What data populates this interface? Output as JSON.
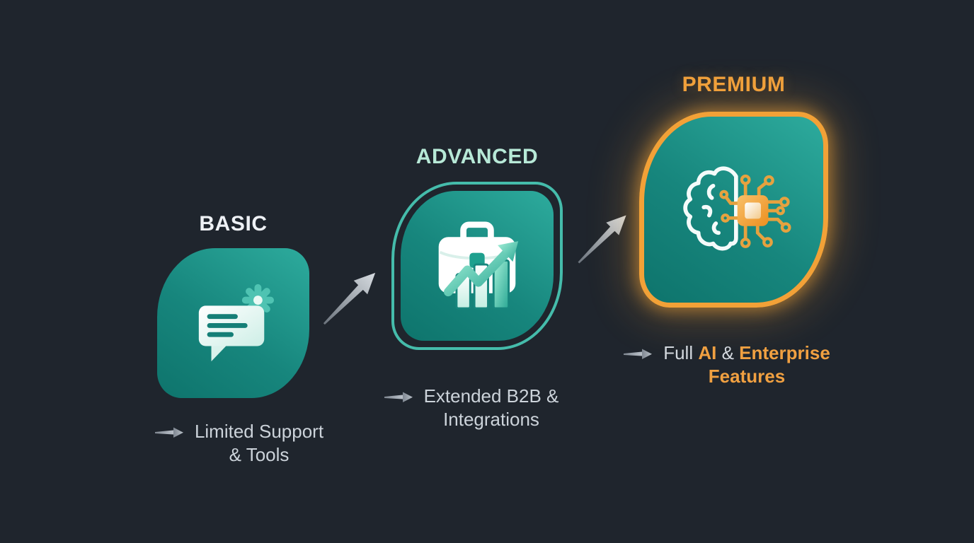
{
  "diagram": {
    "type": "tier-progression-infographic",
    "background_color": "#1f252d",
    "colors": {
      "teal_fill_top": "#2dab9d",
      "teal_fill_bottom": "#0e746c",
      "advanced_outline": "#45bcab",
      "premium_border": "#f2a137",
      "premium_glow": "rgba(243,164,56,0.4)",
      "arrow_gray": "#aeb6bf",
      "caption_gray": "#ccd3da",
      "caption_orange": "#f0a041"
    },
    "tiers": [
      {
        "id": "basic",
        "title": "BASIC",
        "title_color": "#eef1f5",
        "icon": "chat-gear-icon",
        "caption": {
          "line1": "Limited Support",
          "line2": "& Tools"
        }
      },
      {
        "id": "advanced",
        "title": "ADVANCED",
        "title_color": "#b7e9d7",
        "icon": "briefcase-growth-icon",
        "caption": {
          "line1": "Extended B2B &",
          "line2": "Integrations"
        }
      },
      {
        "id": "premium",
        "title": "PREMIUM",
        "title_color": "#f0a03c",
        "icon": "brain-chip-icon",
        "caption": {
          "full": "Full",
          "ai": "AI",
          "amp": "&",
          "enterprise": "Enterprise",
          "line2": "Features"
        }
      }
    ],
    "connectors": [
      "up-right-arrow",
      "up-right-arrow"
    ]
  }
}
